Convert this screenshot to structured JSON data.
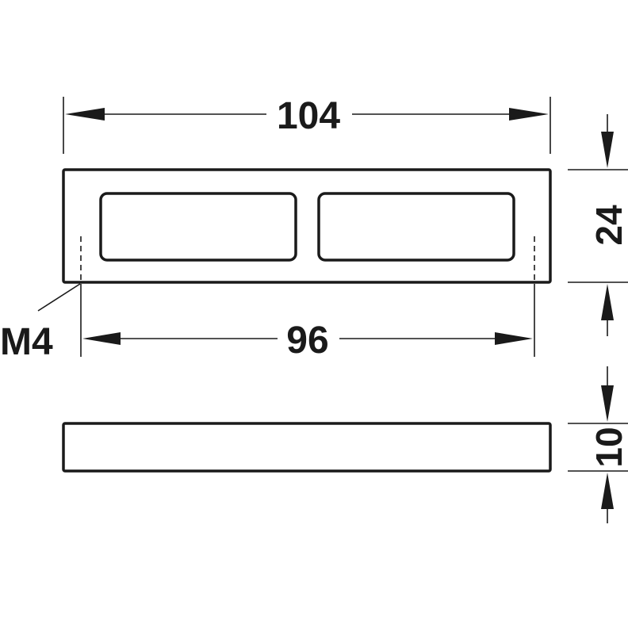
{
  "dimensions": {
    "overall_length": "104",
    "hole_spacing": "96",
    "width": "24",
    "height": "10"
  },
  "callouts": {
    "thread": "M4"
  },
  "colors": {
    "line": "#1a1a1a",
    "background": "#ffffff"
  }
}
